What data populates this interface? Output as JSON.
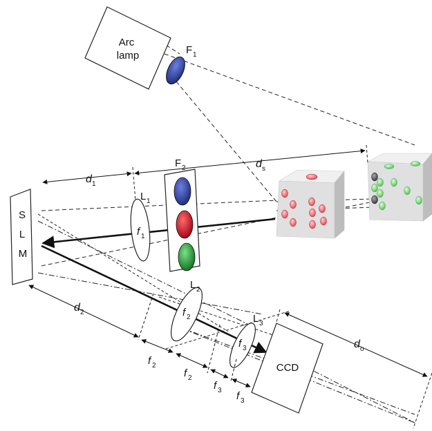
{
  "labels": {
    "arc_lamp_line1": "Arc",
    "arc_lamp_line2": "lamp",
    "filter1": "F",
    "filter1_sub": "1",
    "filter2": "F",
    "filter2_sub": "2",
    "slm_s": "S",
    "slm_l": "L",
    "slm_m": "M",
    "ccd": "CCD",
    "lens1": "L",
    "lens1_sub": "1",
    "lens2": "L",
    "lens2_sub": "2",
    "lens3": "L",
    "lens3_sub": "3",
    "f1": "f",
    "f1_sub": "1",
    "f2": "f",
    "f2_sub": "2",
    "f3": "f",
    "f3_sub": "3",
    "f2_a": "f",
    "f2_a_sub": "2",
    "f2_b": "f",
    "f2_b_sub": "2",
    "f3_a": "f",
    "f3_a_sub": "3",
    "f3_b": "f",
    "f3_b_sub": "3",
    "d1": "d",
    "d1_sub": "1",
    "d2": "d",
    "d2_sub": "2",
    "ds": "d",
    "ds_sub": "s",
    "do": "d",
    "do_sub": "o"
  },
  "colors": {
    "filter_blue": "#2b3f9e",
    "filter_red": "#d01020",
    "filter_green": "#1d9a2e",
    "dice_face": "#e4e4e4",
    "dice_side": "#c9c9c9",
    "pip_red": "#f07078",
    "pip_green": "#7cd36a",
    "pip_gray": "#555555"
  }
}
